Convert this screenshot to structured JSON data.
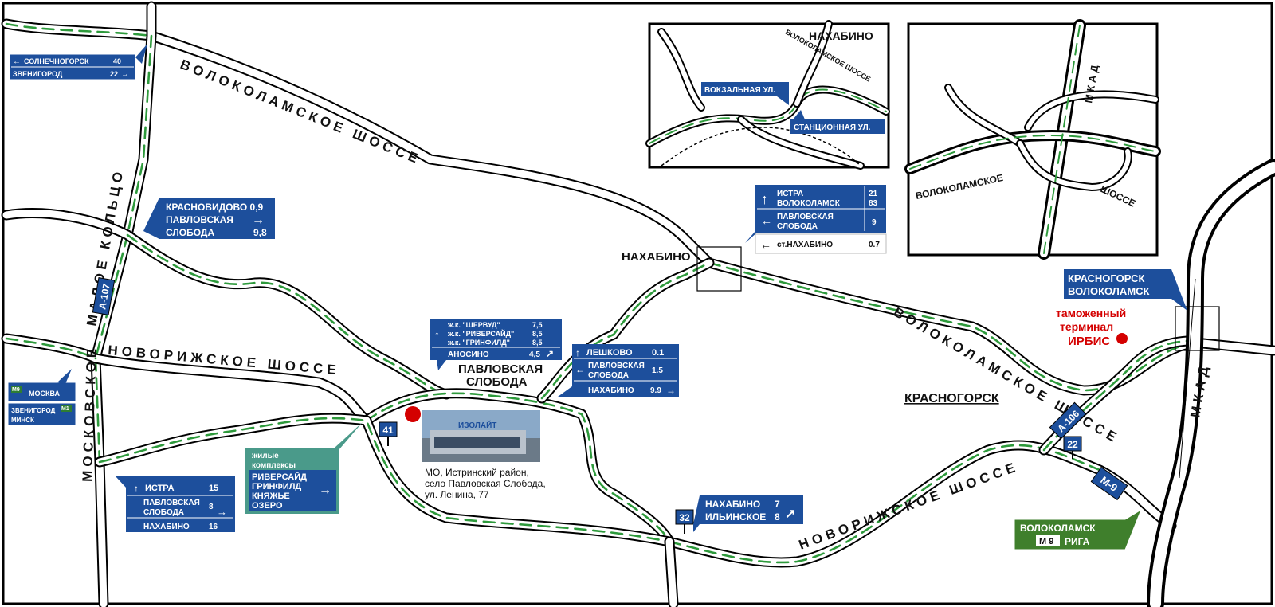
{
  "colors": {
    "route": "#2e9a3c",
    "sign_blue": "#1d4f9c",
    "sign_green": "#3f7f2c",
    "sign_teal": "#4a9a8a",
    "marker_red": "#d40000",
    "road_casing": "#000000"
  },
  "roads": {
    "volokolamskoe_top": "ВОЛОКОЛАМСКОЕ ШОССЕ",
    "volokolamskoe_right": "ВОЛОКОЛАМСКОЕ ШОССЕ",
    "novorizhskoe_left": "НОВОРИЖСКОЕ ШОССЕ",
    "novorizhskoe_right": "НОВОРИЖСКОЕ ШОССЕ",
    "maloe_koltso": "МАЛОЕ КОЛЬЦО",
    "moskovskoe": "МОСКОВСКОЕ",
    "mkad": "МКАД"
  },
  "places": {
    "nakhabino": "НАХАБИНО",
    "pavlovskaya_sloboda_line1": "ПАВЛОВСКАЯ",
    "pavlovskaya_sloboda_line2": "СЛОБОДА",
    "krasnogorsk": "КРАСНОГОРСК"
  },
  "route_shields": {
    "a107": "А-107",
    "a106": "А-106",
    "m9": "М-9"
  },
  "exit_numbers": {
    "exit41": "41",
    "exit32": "32",
    "exit22": "22"
  },
  "customs_terminal": {
    "line1": "таможенный",
    "line2": "терминал",
    "line3": "ИРБИС"
  },
  "photo": {
    "brand": "ИЗОЛАЙТ",
    "caption_line1": "МО, Истринский район,",
    "caption_line2": "село Павловская Слобода,",
    "caption_line3": "ул. Ленина, 77"
  },
  "signs": {
    "solnechnogorsk": {
      "row1_name": "СОЛНЕЧНОГОРСК",
      "row1_dist": "40",
      "row2_name": "ЗВЕНИГОРОД",
      "row2_dist": "22"
    },
    "krasnovidovo": {
      "line1": "КРАСНОВИДОВО 0,9",
      "line2": "ПАВЛОВСКАЯ",
      "line3": "СЛОБОДА",
      "line3_dist": "9,8"
    },
    "moskva": {
      "row1_badge": "М9",
      "row1_name": "МОСКВА",
      "row2_line1": "ЗВЕНИГОРОД",
      "row2_line2": "МИНСК",
      "row2_badge": "М1"
    },
    "istra_lower": {
      "row1_name": "ИСТРА",
      "row1_dist": "15",
      "row2_line1": "ПАВЛОВСКАЯ",
      "row2_line2": "СЛОБОДА",
      "row2_dist": "8",
      "row3_name": "НАХАБИНО",
      "row3_dist": "16"
    },
    "residential": {
      "line1": "жилые",
      "line2": "комплексы",
      "line3": "РИВЕРСАЙД",
      "line4": "ГРИНФИЛД",
      "line5": "КНЯЖЬЕ",
      "line6": "ОЗЕРО"
    },
    "sherwood": {
      "row1_name": "ж.к. \"ШЕРВУД\"",
      "row1_dist": "7,5",
      "row2_name": "ж.к. \"РИВЕРСАЙД\"",
      "row2_dist": "8,5",
      "row3_name": "ж.к. \"ГРИНФИЛД\"",
      "row3_dist": "8,5",
      "row4_name": "АНОСИНО",
      "row4_dist": "4,5"
    },
    "leshkovo": {
      "row1_name": "ЛЕШКОВО",
      "row1_dist": "0.1",
      "row2_line1": "ПАВЛОВСКАЯ",
      "row2_line2": "СЛОБОДА",
      "row2_dist": "1.5",
      "row3_name": "НАХАБИНО",
      "row3_dist": "9.9"
    },
    "istra_top": {
      "row1_line1": "ИСТРА",
      "row1_dist1": "21",
      "row1_line2": "ВОЛОКОЛАМСК",
      "row1_dist2": "83",
      "row2_line1": "ПАВЛОВСКАЯ",
      "row2_line2": "СЛОБОДА",
      "row2_dist": "9",
      "row3_name": "ст.НАХАБИНО",
      "row3_dist": "0.7"
    },
    "krasnogorsk": {
      "line1": "КРАСНОГОРСК",
      "line2": "ВОЛОКОЛАМСК"
    },
    "nakhabino_ilinskoe": {
      "row1_name": "НАХАБИНО",
      "row1_dist": "7",
      "row2_name": "ИЛЬИНСКОЕ",
      "row2_dist": "8"
    },
    "volokolamsk_riga": {
      "line1": "ВОЛОКОЛАМСК",
      "badge": "М 9",
      "line2": "РИГА"
    }
  },
  "inset_nakhabino": {
    "title": "НАХАБИНО",
    "road": "ВОЛОКОЛАМСКОЕ ШОССЕ",
    "street1": "ВОКЗАЛЬНАЯ УЛ.",
    "street2": "СТАНЦИОННАЯ УЛ."
  },
  "inset_mkad": {
    "mkad": "М К А Д",
    "road_left": "ВОЛОКОЛАМСКОЕ",
    "road_right": "ШОССЕ"
  }
}
